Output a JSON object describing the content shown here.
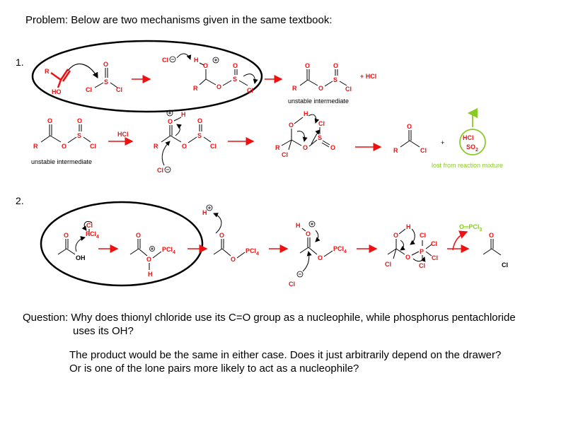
{
  "header": {
    "problem": "Problem: Below are two mechanisms given in the same textbook:"
  },
  "mechanisms": [
    {
      "number": "1.",
      "labels": {
        "r": "R",
        "ho": "HO",
        "h": "H",
        "o": "O",
        "s": "S",
        "cl": "Cl",
        "hcl": "HCl",
        "plus": "+",
        "plus_hcl": "+  HCl",
        "so2": "SO",
        "so2_sub": "2",
        "unstable_1": "unstable intermediate",
        "unstable_2": "unstable intermediate",
        "lost": "lost from reaction mixture"
      }
    },
    {
      "number": "2.",
      "labels": {
        "cl": "Cl",
        "pcl4": "PCl",
        "pcl4_sub": "4",
        "oh": "OH",
        "h": "H",
        "o": "O",
        "p": "P",
        "opcl3": "O═PCl",
        "opcl3_sub": "3"
      }
    }
  ],
  "question": {
    "line1": "Question: Why does thionyl chloride use its C=O group as a nucleophile, while phosphorus pentachloride",
    "line2": "uses its OH?"
  },
  "note": {
    "line1": "The product would be the same in either case. Does it just arbitrarily depend on the drawer?",
    "line2": "Or is one of the lone pairs more likely to act as a nucleophile?"
  },
  "colors": {
    "red": "#ee1111",
    "green": "#8ac926",
    "black": "#000000"
  }
}
